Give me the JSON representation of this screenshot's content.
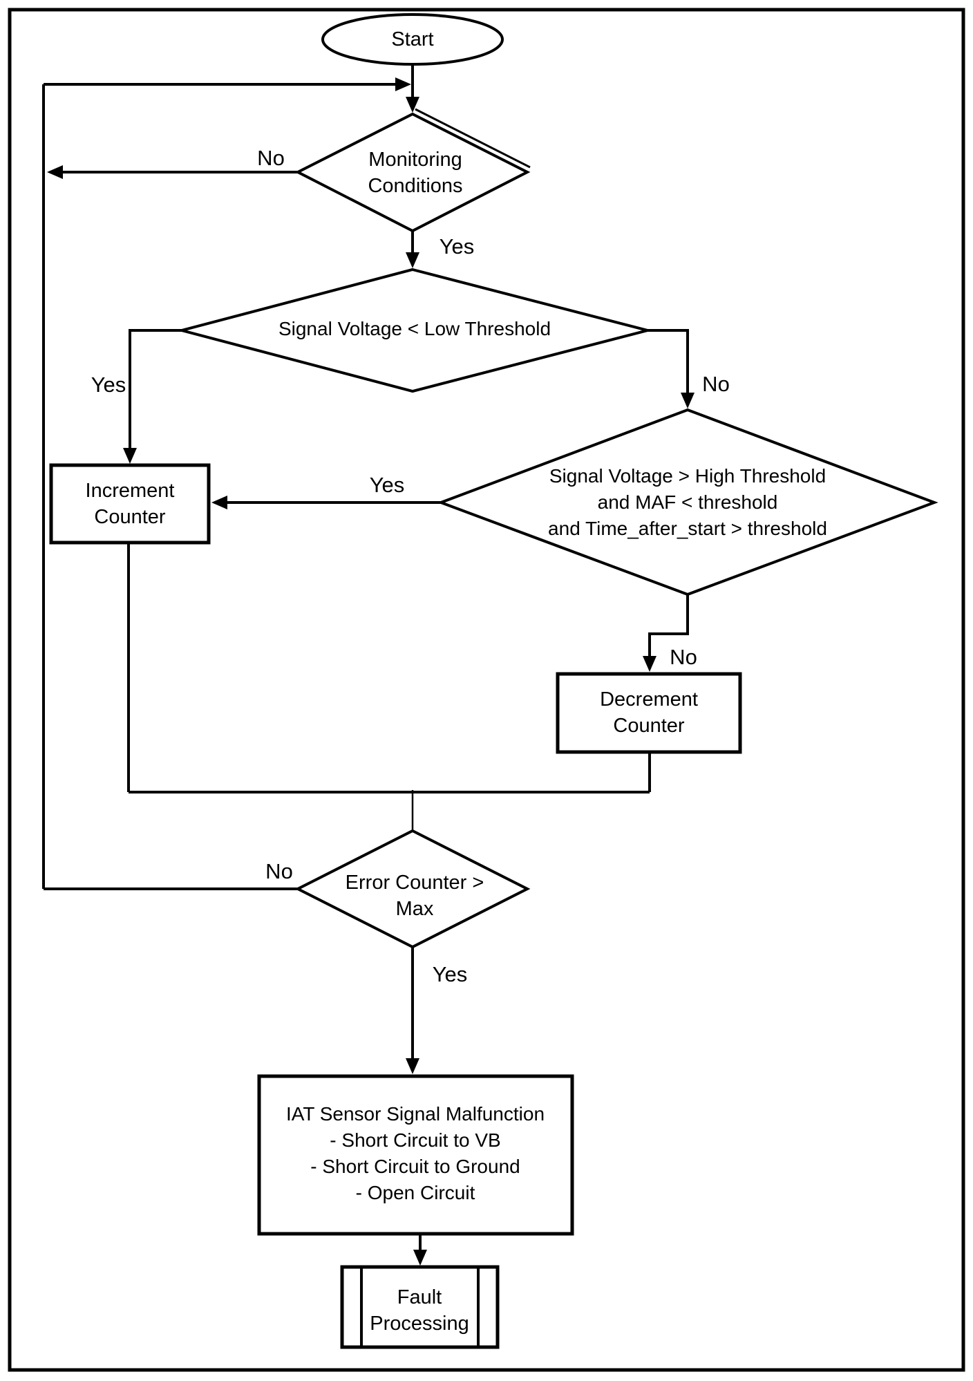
{
  "figure_type": "flowchart",
  "colors": {
    "ink": "#000000",
    "background": "#ffffff"
  },
  "nodes": {
    "start": {
      "shape": "terminator",
      "label": "Start"
    },
    "monitoring_conditions": {
      "shape": "decision",
      "label": "Monitoring\nConditions"
    },
    "low_threshold_check": {
      "shape": "decision",
      "label": "Signal Voltage < Low Threshold"
    },
    "high_threshold_check": {
      "shape": "decision",
      "label": "Signal Voltage > High Threshold\nand MAF < threshold\nand Time_after_start > threshold"
    },
    "increment_counter": {
      "shape": "process",
      "label": "Increment\nCounter"
    },
    "decrement_counter": {
      "shape": "process",
      "label": "Decrement\nCounter"
    },
    "error_counter_check": {
      "shape": "decision",
      "label": "Error Counter >\nMax"
    },
    "malfunction": {
      "shape": "process",
      "label": "IAT Sensor Signal Malfunction\n- Short Circuit to VB\n- Short Circuit to Ground\n- Open Circuit"
    },
    "fault_processing": {
      "shape": "predefined-process",
      "label": "Fault\nProcessing"
    }
  },
  "edge_labels": {
    "monitoring_no": "No",
    "monitoring_yes": "Yes",
    "low_yes": "Yes",
    "low_no": "No",
    "high_yes": "Yes",
    "high_no": "No",
    "error_no": "No",
    "error_yes": "Yes"
  }
}
